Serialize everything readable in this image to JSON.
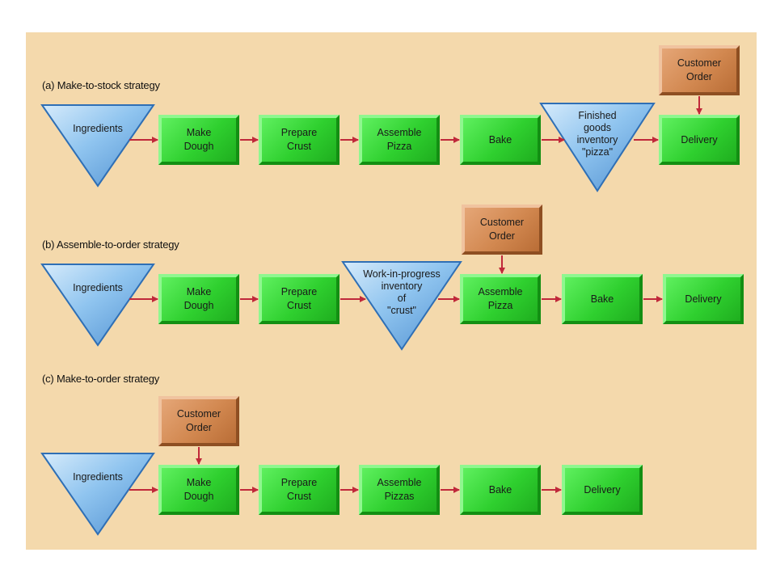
{
  "colors": {
    "background": "#f4d9ac",
    "process_box": "#33d433",
    "order_box": "#d28850",
    "inventory_triangle": "#8fc4ef",
    "arrow": "#c0283a"
  },
  "diagram": {
    "a": {
      "title": "(a) Make-to-stock strategy",
      "ingredients": "Ingredients",
      "make_dough": "Make\nDough",
      "prepare_crust": "Prepare\nCrust",
      "assemble_pizza": "Assemble\nPizza",
      "bake": "Bake",
      "inventory": "Finished\ngoods\ninventory\n\"pizza\"",
      "delivery": "Delivery",
      "customer_order": "Customer\nOrder"
    },
    "b": {
      "title": "(b) Assemble-to-order strategy",
      "ingredients": "Ingredients",
      "make_dough": "Make\nDough",
      "prepare_crust": "Prepare\nCrust",
      "inventory": "Work-in-progress\ninventory\nof\n\"crust\"",
      "assemble_pizza": "Assemble\nPizza",
      "bake": "Bake",
      "delivery": "Delivery",
      "customer_order": "Customer\nOrder"
    },
    "c": {
      "title": "(c) Make-to-order strategy",
      "customer_order": "Customer\nOrder",
      "ingredients": "Ingredients",
      "make_dough": "Make\nDough",
      "prepare_crust": "Prepare\nCrust",
      "assemble_pizzas": "Assemble\nPizzas",
      "bake": "Bake",
      "delivery": "Delivery"
    }
  }
}
